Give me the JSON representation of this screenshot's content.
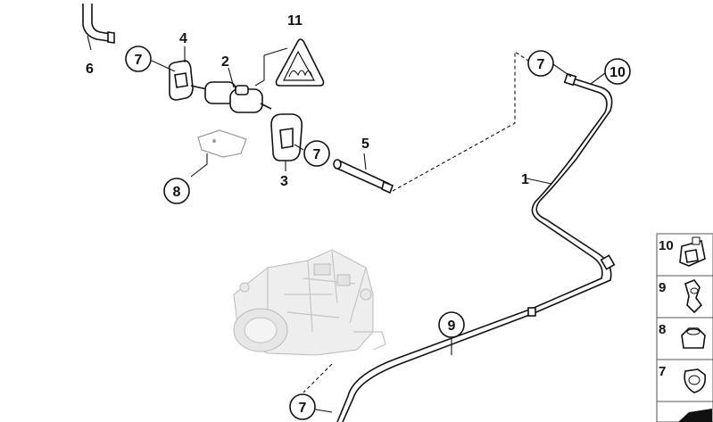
{
  "diagram": {
    "callouts": {
      "p1": "1",
      "p2": "2",
      "p3": "3",
      "p4": "4",
      "p5": "5",
      "p6": "6",
      "p7": "7",
      "p8": "8",
      "p9": "9",
      "p10": "10",
      "p11": "11"
    },
    "side_panel": [
      "10",
      "9",
      "8",
      "7"
    ],
    "icons": {
      "warning": "hot-surface-warning-icon",
      "tank": "tank-component-icon"
    }
  }
}
